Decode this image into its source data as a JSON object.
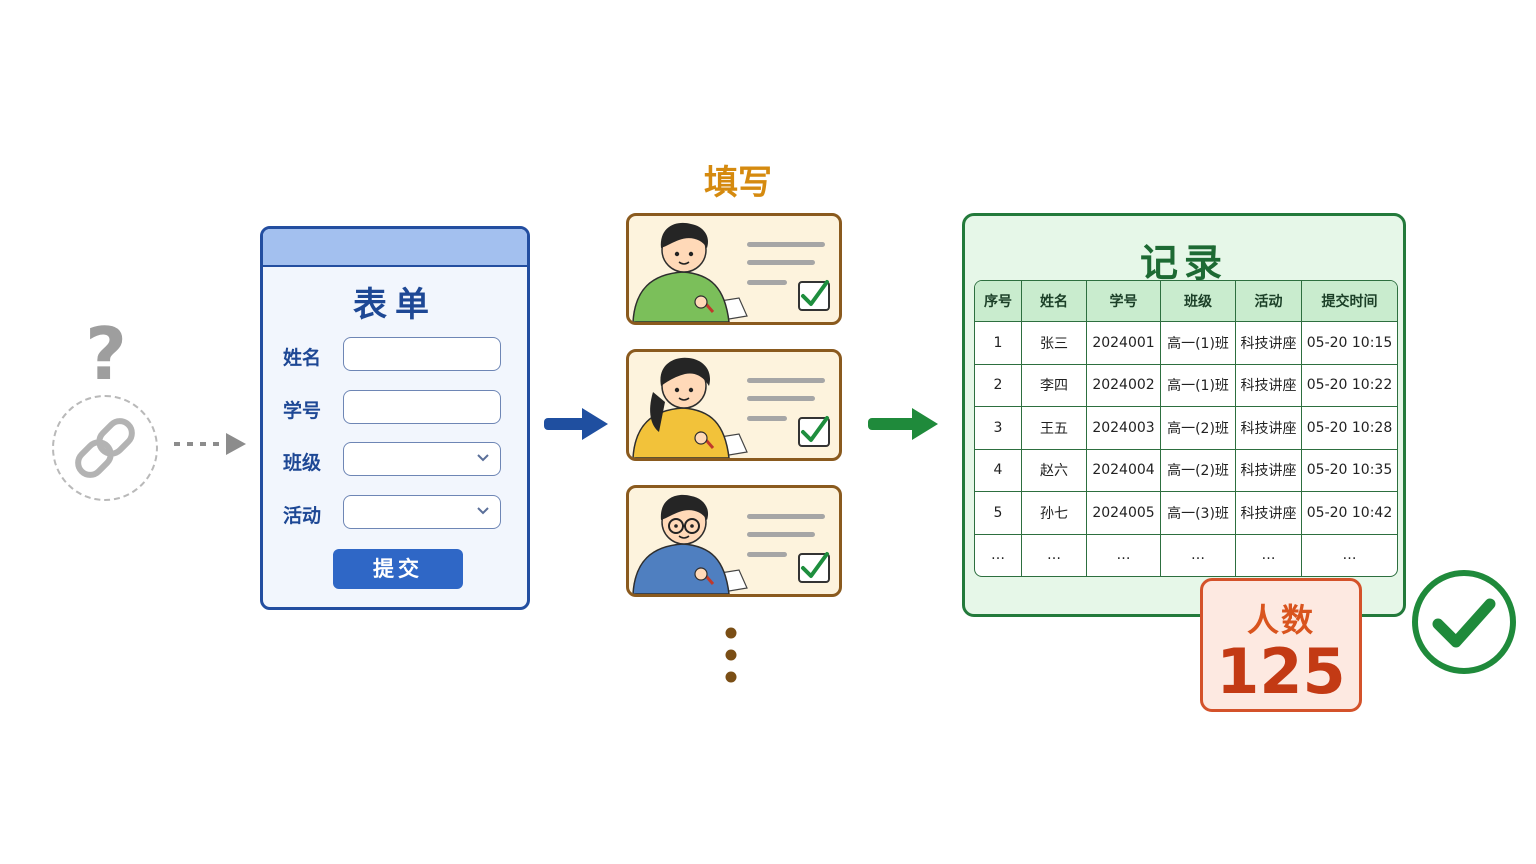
{
  "source": {
    "question_mark": "?"
  },
  "form": {
    "title": "表单",
    "fields": [
      {
        "label": "姓名",
        "type": "text"
      },
      {
        "label": "学号",
        "type": "text"
      },
      {
        "label": "班级",
        "type": "select"
      },
      {
        "label": "活动",
        "type": "select"
      }
    ],
    "submit_label": "提交"
  },
  "fill": {
    "title": "填写",
    "card_count": 3
  },
  "record": {
    "title": "记录",
    "columns": [
      "序号",
      "姓名",
      "学号",
      "班级",
      "活动",
      "提交时间"
    ],
    "rows": [
      [
        "1",
        "张三",
        "2024001",
        "高一(1)班",
        "科技讲座",
        "05-20 10:15"
      ],
      [
        "2",
        "李四",
        "2024002",
        "高一(1)班",
        "科技讲座",
        "05-20 10:22"
      ],
      [
        "3",
        "王五",
        "2024003",
        "高一(2)班",
        "科技讲座",
        "05-20 10:28"
      ],
      [
        "4",
        "赵六",
        "2024004",
        "高一(2)班",
        "科技讲座",
        "05-20 10:35"
      ],
      [
        "5",
        "孙七",
        "2024005",
        "高一(3)班",
        "科技讲座",
        "05-20 10:42"
      ],
      [
        "…",
        "…",
        "…",
        "…",
        "…",
        "…"
      ]
    ]
  },
  "count": {
    "label": "人数",
    "value": "125"
  },
  "colors": {
    "form_blue": "#234ea0",
    "fill_orange": "#d58a0f",
    "record_green": "#237a3b",
    "count_red": "#d4522a",
    "check_green": "#1f8a3b"
  }
}
